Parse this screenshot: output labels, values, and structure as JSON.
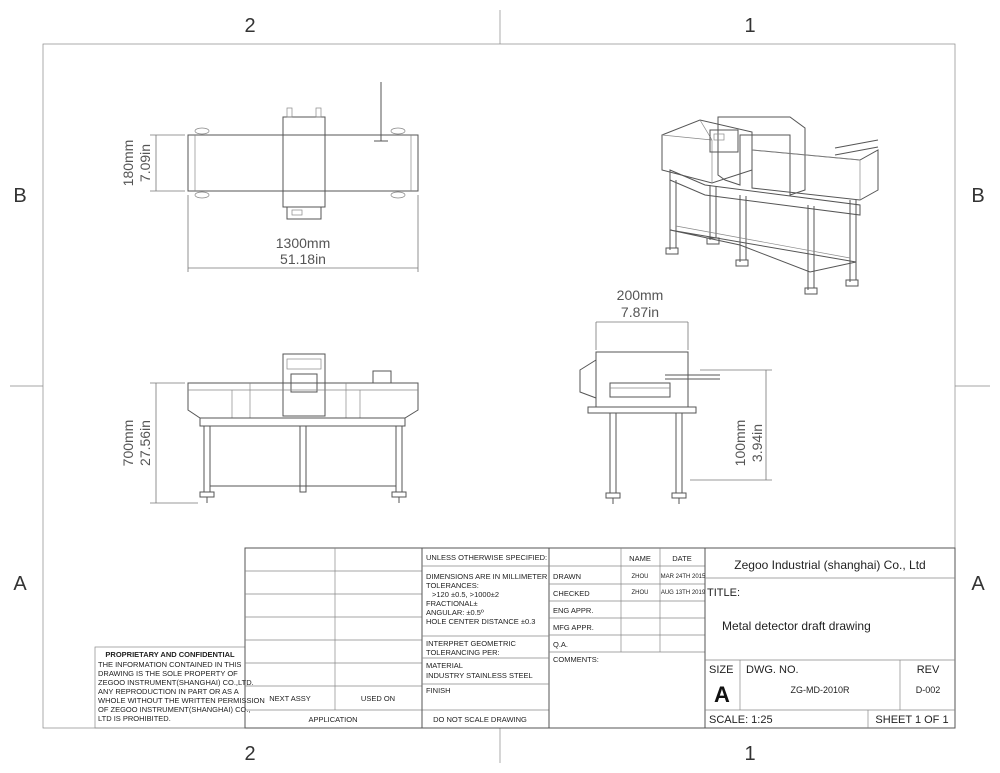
{
  "zones": {
    "top_left": "2",
    "top_right": "1",
    "bottom_left": "2",
    "bottom_right": "1",
    "left_top": "B",
    "left_bottom": "A",
    "right_top": "B",
    "right_bottom": "A"
  },
  "dims": {
    "top_height_mm": "180mm",
    "top_height_in": "7.09in",
    "top_width_mm": "1300mm",
    "top_width_in": "51.18in",
    "front_height_mm": "700mm",
    "front_height_in": "27.56in",
    "side_width_mm": "200mm",
    "side_width_in": "7.87in",
    "side_height_mm": "100mm",
    "side_height_in": "3.94in"
  },
  "titleblock": {
    "unless": "UNLESS OTHERWISE SPECIFIED:",
    "dimensions": "DIMENSIONS ARE IN MILLIMETER",
    "tolerances": "TOLERANCES:",
    "tol1": ">120 ±0.5, >1000±2",
    "fractional": "FRACTIONAL±",
    "angular": "ANGULAR: ±0.5º",
    "hole": "HOLE CENTER DISTANCE ±0.3",
    "interpret": "INTERPRET GEOMETRIC",
    "tolerancing": "TOLERANCING PER:",
    "material": "MATERIAL",
    "material_val": "INDUSTRY STAINLESS STEEL",
    "finish": "FINISH",
    "do_not_scale": "DO NOT SCALE DRAWING",
    "next_assy": "NEXT ASSY",
    "used_on": "USED ON",
    "application": "APPLICATION",
    "name": "NAME",
    "date": "DATE",
    "drawn": "DRAWN",
    "drawn_name": "ZHOU",
    "drawn_date": "MAR 24TH 2015",
    "checked": "CHECKED",
    "checked_name": "ZHOU",
    "checked_date": "AUG 13TH 2019",
    "eng": "ENG APPR.",
    "mfg": "MFG APPR.",
    "qa": "Q.A.",
    "comments": "COMMENTS:",
    "company": "Zegoo Industrial (shanghai) Co., Ltd",
    "title_label": "TITLE:",
    "title": "Metal detector draft drawing",
    "size_label": "SIZE",
    "size": "A",
    "dwg_label": "DWG.  NO.",
    "dwg": "ZG-MD-2010R",
    "rev_label": "REV",
    "rev": "D-002",
    "scale": "SCALE: 1:25",
    "sheet": "SHEET 1 OF 1"
  },
  "proprietary": {
    "heading": "PROPRIETARY AND CONFIDENTIAL",
    "lines": [
      "THE INFORMATION CONTAINED IN THIS",
      "DRAWING IS THE SOLE PROPERTY OF",
      "ZEGOO INSTRUMENT(SHANGHAI) CO.,LTD.",
      "ANY REPRODUCTION IN PART OR AS A",
      "WHOLE  WITHOUT THE WRITTEN PERMISSION",
      "OF ZEGOO INSTRUMENT(SHANGHAI) CO.,",
      "LTD IS PROHIBITED."
    ]
  }
}
